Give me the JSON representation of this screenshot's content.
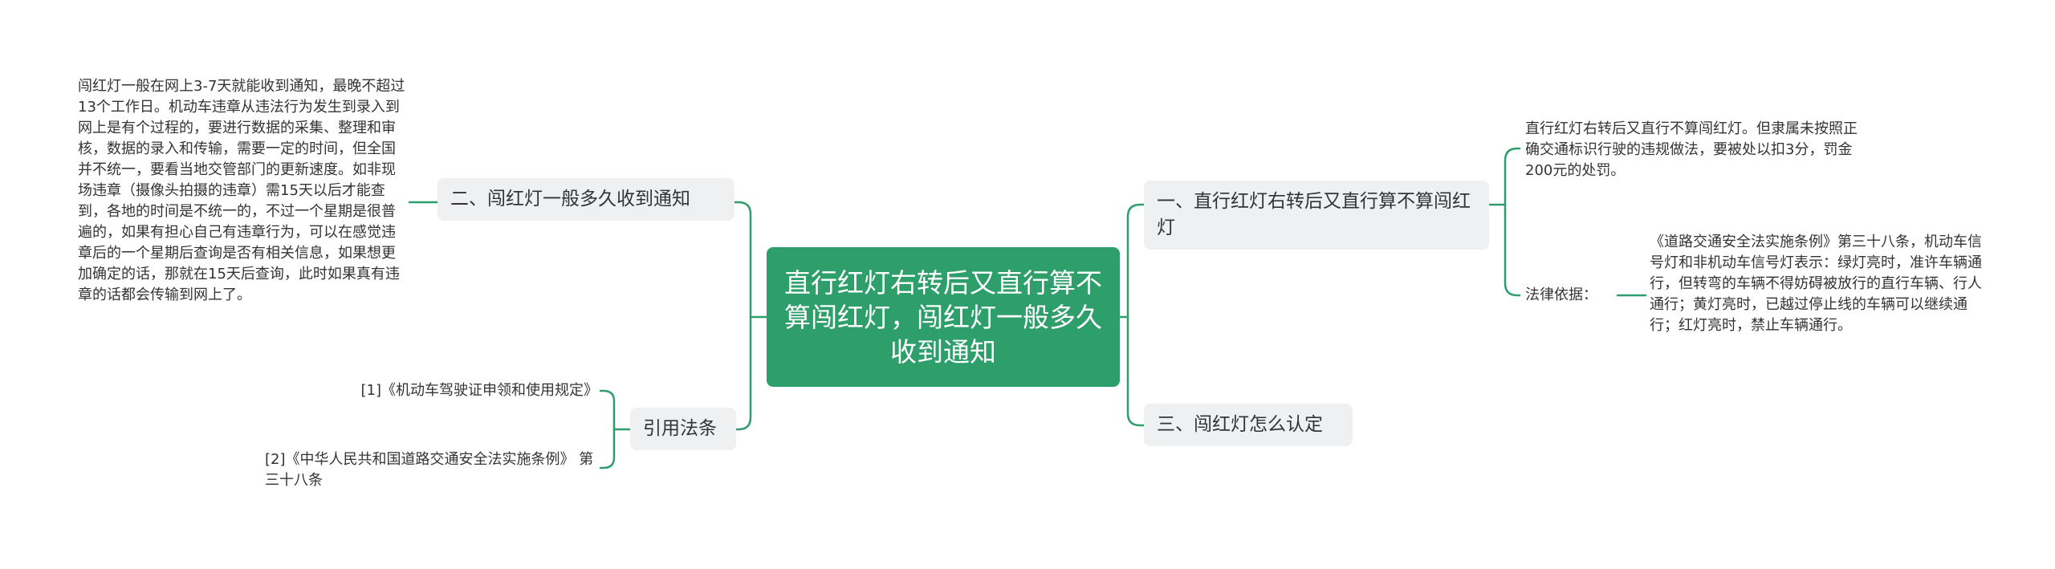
{
  "central": {
    "text": "直行红灯右转后又直行算不算闯红灯，闯红灯一般多久收到通知"
  },
  "right": {
    "topic1": {
      "label": "一、直行红灯右转后又直行算不算闯红灯",
      "detail": "直行红灯右转后又直行不算闯红灯。但隶属未按照正确交通标识行驶的违规做法，要被处以扣3分，罚金200元的处罚。",
      "law_label": "法律依据：",
      "law_text": "《道路交通安全法实施条例》第三十八条，机动车信号灯和非机动车信号灯表示：绿灯亮时，准许车辆通行，但转弯的车辆不得妨碍被放行的直行车辆、行人通行；黄灯亮时，已越过停止线的车辆可以继续通行；红灯亮时，禁止车辆通行。"
    },
    "topic3": {
      "label": "三、闯红灯怎么认定"
    }
  },
  "left": {
    "topic2": {
      "label": "二、闯红灯一般多久收到通知",
      "detail": "闯红灯一般在网上3-7天就能收到通知，最晚不超过13个工作日。机动车违章从违法行为发生到录入到网上是有个过程的，要进行数据的采集、整理和审核，数据的录入和传输，需要一定的时间，但全国并不统一，要看当地交管部门的更新速度。如非现场违章（摄像头拍摄的违章）需15天以后才能查到，各地的时间是不统一的，不过一个星期是很普遍的，如果有担心自己有违章行为，可以在感觉违章后的一个星期后查询是否有相关信息，如果想更加确定的话，那就在15天后查询，此时如果真有违章的话都会传输到网上了。"
    },
    "refs": {
      "label": "引用法条",
      "items": [
        "[1]《机动车驾驶证申领和使用规定》",
        "[2]《中华人民共和国道路交通安全法实施条例》 第三十八条"
      ]
    }
  },
  "colors": {
    "central_bg": "#2e9e6b",
    "box_bg": "#eef0f2",
    "line": "#2e9e6b"
  }
}
